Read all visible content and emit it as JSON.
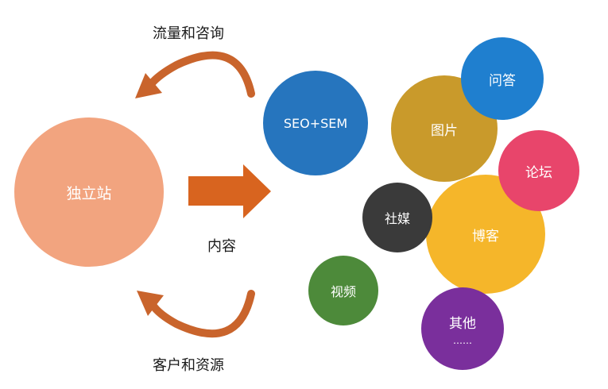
{
  "labels": {
    "top": "流量和咨询",
    "middle": "内容",
    "bottom": "客户和资源"
  },
  "nodes": {
    "site": {
      "label": "独立站",
      "color": "#f2a47f"
    },
    "seo": {
      "label": "SEO+SEM",
      "color": "#2675be"
    },
    "qa": {
      "label": "问答",
      "color": "#1f7fcf"
    },
    "pics": {
      "label": "图片",
      "color": "#c99a2b"
    },
    "forum": {
      "label": "论坛",
      "color": "#e8456b"
    },
    "social": {
      "label": "社媒",
      "color": "#3a3a3a"
    },
    "blog": {
      "label": "博客",
      "color": "#f5b62a"
    },
    "video": {
      "label": "视频",
      "color": "#4d8a3a"
    },
    "other": {
      "label": "其他",
      "sublabel": "……",
      "color": "#7a2f9c"
    }
  },
  "colors": {
    "arrow": "#d8641f",
    "curved_arrow": "#c9642c"
  }
}
